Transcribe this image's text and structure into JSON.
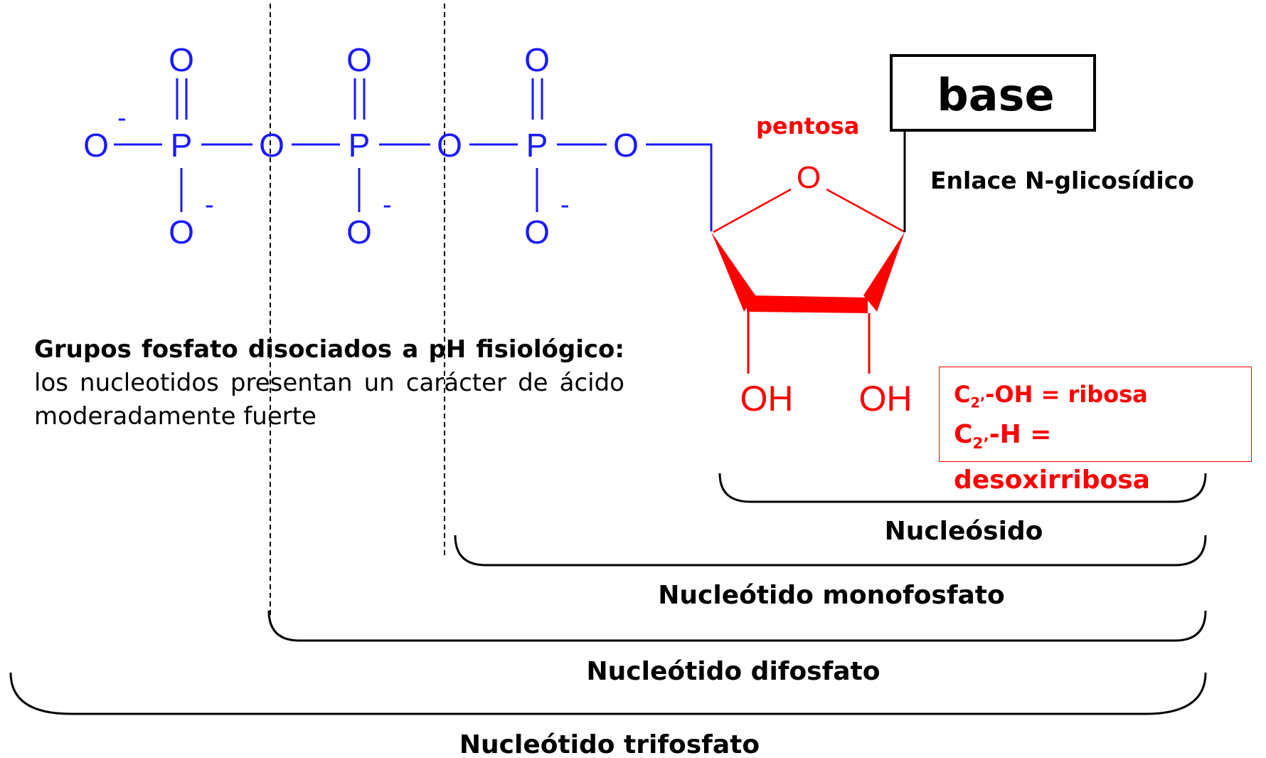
{
  "phosphates": {
    "O": "O",
    "P": "P",
    "minus": "-"
  },
  "sugar": {
    "ring_O": "O",
    "OH_left": "OH",
    "OH_right": "OH",
    "label": "pentosa"
  },
  "base_label": "base",
  "glycosidic_label": "Enlace N-glicosídico",
  "description": {
    "bold": "Grupos fosfato disociados a pH fisiológico:",
    "rest": " los nucleotidos presentan un carácter de ácido moderadamente fuerte"
  },
  "sugar_box": {
    "line1_prefix": "C",
    "line1_sub": "2’",
    "line1_rest": "-OH = ribosa",
    "line2_prefix": "C",
    "line2_sub": "2’",
    "line2_rest": "-H = desoxirribosa"
  },
  "brackets": {
    "nucleoside": "Nucleósido",
    "monophosphate": "Nucleótido monofosfato",
    "diphosphate": "Nucleótido difosfato",
    "triphosphate": "Nucleótido trifosfato"
  },
  "colors": {
    "phosphate": "#1a1aff",
    "sugar": "#ff0000",
    "text": "#000000"
  }
}
